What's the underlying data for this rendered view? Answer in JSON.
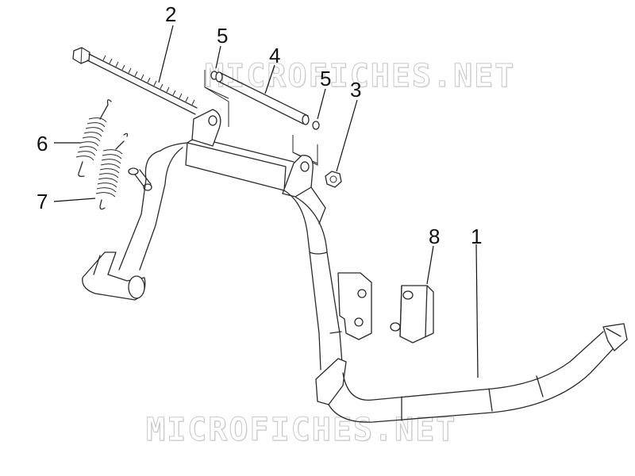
{
  "watermark": {
    "top": "MICROFICHES.NET",
    "bottom": "MICROFICHES.NET"
  },
  "callouts": {
    "p1": "1",
    "p2": "2",
    "p3": "3",
    "p4": "4",
    "p5a": "5",
    "p5b": "5",
    "p6": "6",
    "p7": "7",
    "p8": "8"
  }
}
